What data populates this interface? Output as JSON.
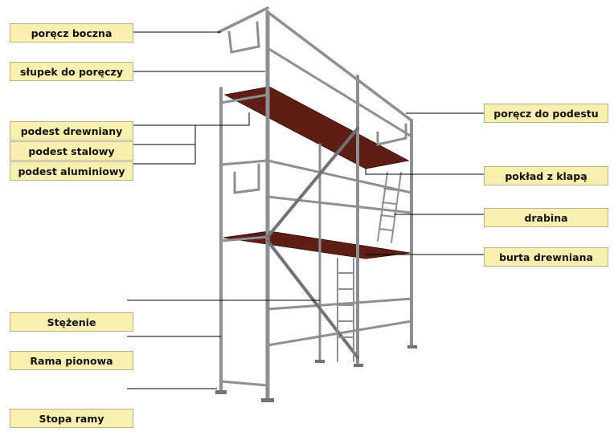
{
  "colors": {
    "label_fill": "#f7f0b0",
    "label_border": "#b9b38a",
    "steel": "#8c8f93",
    "wood_deck": "#5e1e16",
    "leader_line": "#000000"
  },
  "labels": {
    "side_guardrail": "poręcz boczna",
    "guardrail_post": "słupek do poręczy",
    "wooden_platform": "podest drewniany",
    "steel_platform": "podest stalowy",
    "aluminium_platform": "podest aluminiowy",
    "bracing": "Stężenie",
    "vertical_frame": "Rama pionowa",
    "frame_base": "Stopa ramy",
    "platform_guardrail": "poręcz do podestu",
    "hatch_deck": "pokład z klapą",
    "ladder": "drabina",
    "wooden_toeboard": "burta drewniana"
  }
}
